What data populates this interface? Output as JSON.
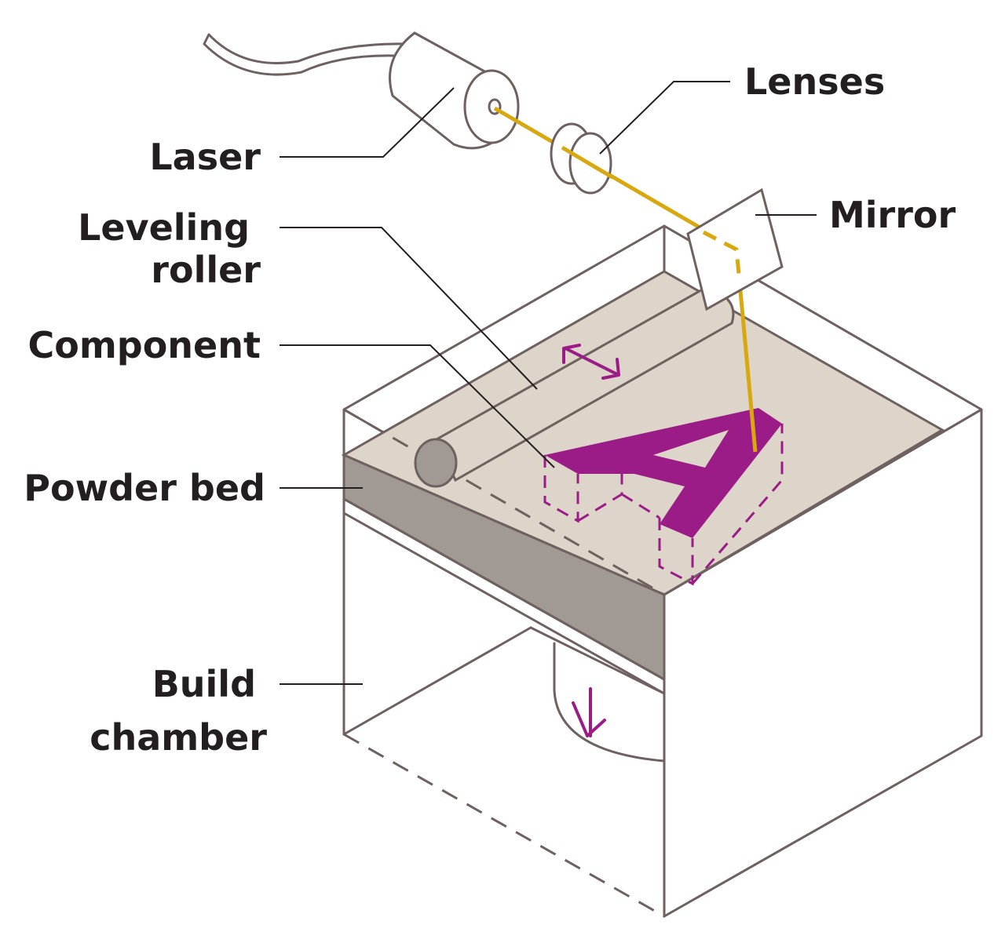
{
  "labels": {
    "laser": "Laser",
    "lenses": "Lenses",
    "mirror": "Mirror",
    "leveling_roller_line1": "Leveling",
    "leveling_roller_line2": "roller",
    "component": "Component",
    "powder_bed": "Powder bed",
    "build_chamber_line1": "Build",
    "build_chamber_line2": "chamber",
    "component_letter": "A"
  },
  "colors": {
    "outline": "#6e6160",
    "powder_surface": "#ddd5c9",
    "powder_layer": "#a19994",
    "laser_beam": "#d8a80e",
    "component": "#9b1c86",
    "text": "#231f20"
  }
}
